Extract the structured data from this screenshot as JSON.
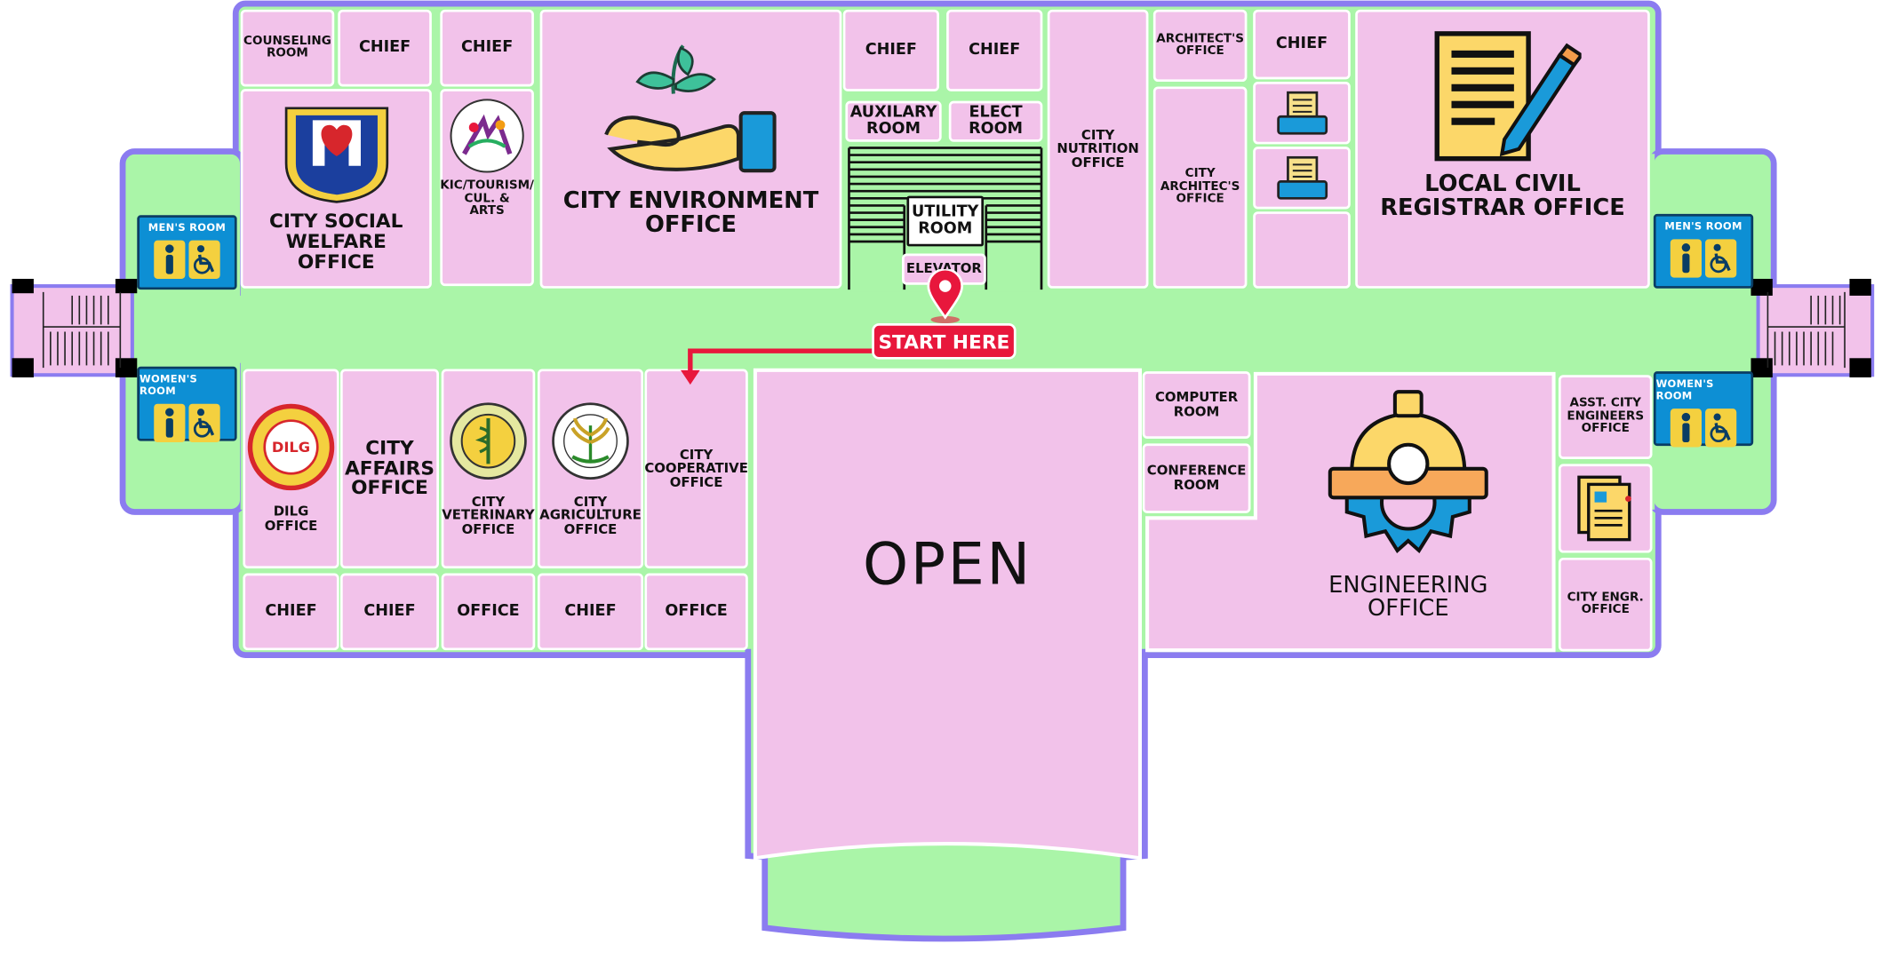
{
  "colors": {
    "wall": "#8b7cf0",
    "corridor": "#aaf5a8",
    "room": "#f2c2ea",
    "restroom": "#0d8fd4",
    "marker": "#e8173c"
  },
  "marker": {
    "label": "START HERE",
    "icon": "map-pin-icon"
  },
  "utility": {
    "utility_line1": "UTILITY",
    "utility_line2": "ROOM",
    "elevator": "ELEVATOR"
  },
  "restrooms": {
    "left_top": "MEN'S ROOM",
    "left_bottom": "WOMEN'S ROOM",
    "right_top": "MEN'S ROOM",
    "right_bottom": "WOMEN'S ROOM"
  },
  "top_rooms": {
    "counseling": [
      "COUNSELING",
      "ROOM"
    ],
    "chief_1": "CHIEF",
    "chief_2": "CHIEF",
    "cswo": [
      "CITY SOCIAL",
      "WELFARE",
      "OFFICE"
    ],
    "kic": [
      "KIC/TOURISM/",
      "CUL. & ARTS"
    ],
    "cenro": [
      "CITY ENVIRONMENT",
      "OFFICE"
    ],
    "chief_3": "CHIEF",
    "chief_4": "CHIEF",
    "auxilary": [
      "AUXILARY",
      "ROOM"
    ],
    "elect": [
      "ELECT",
      "ROOM"
    ],
    "nutrition": [
      "CITY",
      "NUTRITION",
      "OFFICE"
    ],
    "architects_office": [
      "ARCHITECT'S",
      "OFFICE"
    ],
    "city_architects": [
      "CITY",
      "ARCHITEC'S",
      "OFFICE"
    ],
    "chief_5": "CHIEF",
    "lcr": [
      "LOCAL CIVIL",
      "REGISTRAR OFFICE"
    ]
  },
  "bottom_rooms": {
    "dilg_logo": "DILG",
    "dilg": [
      "DILG",
      "OFFICE"
    ],
    "city_affairs": [
      "CITY",
      "AFFAIRS",
      "OFFICE"
    ],
    "vet": [
      "CITY",
      "VETERINARY",
      "OFFICE"
    ],
    "agri": [
      "CITY",
      "AGRICULTURE",
      "OFFICE"
    ],
    "coop": [
      "CITY",
      "COOPERATIVE",
      "OFFICE"
    ],
    "row2": [
      "CHIEF",
      "CHIEF",
      "OFFICE",
      "CHIEF",
      "OFFICE"
    ],
    "open": "OPEN",
    "computer": [
      "COMPUTER",
      "ROOM"
    ],
    "conference": [
      "CONFERENCE",
      "ROOM"
    ],
    "engineering": [
      "ENGINEERING",
      "OFFICE"
    ],
    "asst_engr": [
      "ASST. CITY",
      "ENGINEERS",
      "OFFICE"
    ],
    "city_engr": [
      "CITY ENGR.",
      "OFFICE"
    ]
  }
}
